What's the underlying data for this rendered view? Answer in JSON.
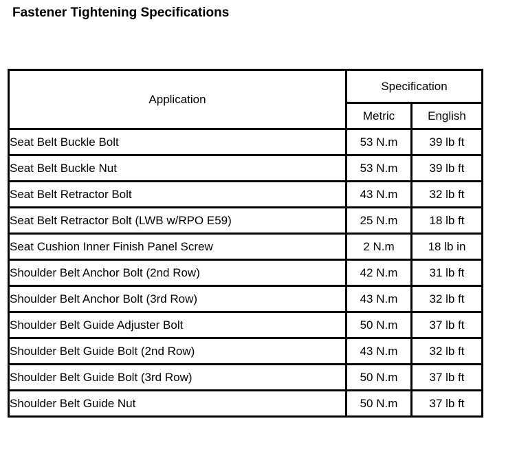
{
  "page": {
    "title": "Fastener Tightening Specifications",
    "background_color": "#ffffff",
    "text_color": "#000000",
    "border_color": "#000000"
  },
  "table": {
    "headers": {
      "application": "Application",
      "specification": "Specification",
      "metric": "Metric",
      "english": "English"
    },
    "rows": [
      {
        "application": "Seat Belt Buckle Bolt",
        "metric": "53 N.m",
        "english": "39 lb ft"
      },
      {
        "application": "Seat Belt Buckle Nut",
        "metric": "53 N.m",
        "english": "39 lb ft"
      },
      {
        "application": "Seat Belt Retractor Bolt",
        "metric": "43 N.m",
        "english": "32 lb ft"
      },
      {
        "application": "Seat Belt Retractor Bolt (LWB w/RPO E59)",
        "metric": "25 N.m",
        "english": "18 lb ft"
      },
      {
        "application": "Seat Cushion Inner Finish Panel Screw",
        "metric": "2 N.m",
        "english": "18 lb in"
      },
      {
        "application": "Shoulder Belt Anchor Bolt (2nd Row)",
        "metric": "42 N.m",
        "english": "31 lb ft"
      },
      {
        "application": "Shoulder Belt Anchor Bolt (3rd Row)",
        "metric": "43 N.m",
        "english": "32 lb ft"
      },
      {
        "application": "Shoulder Belt Guide Adjuster Bolt",
        "metric": "50 N.m",
        "english": "37 lb ft"
      },
      {
        "application": "Shoulder Belt Guide Bolt (2nd Row)",
        "metric": "43 N.m",
        "english": "32 lb ft"
      },
      {
        "application": "Shoulder Belt Guide Bolt (3rd Row)",
        "metric": "50 N.m",
        "english": "37 lb ft"
      },
      {
        "application": "Shoulder Belt Guide Nut",
        "metric": "50 N.m",
        "english": "37 lb ft"
      }
    ]
  }
}
